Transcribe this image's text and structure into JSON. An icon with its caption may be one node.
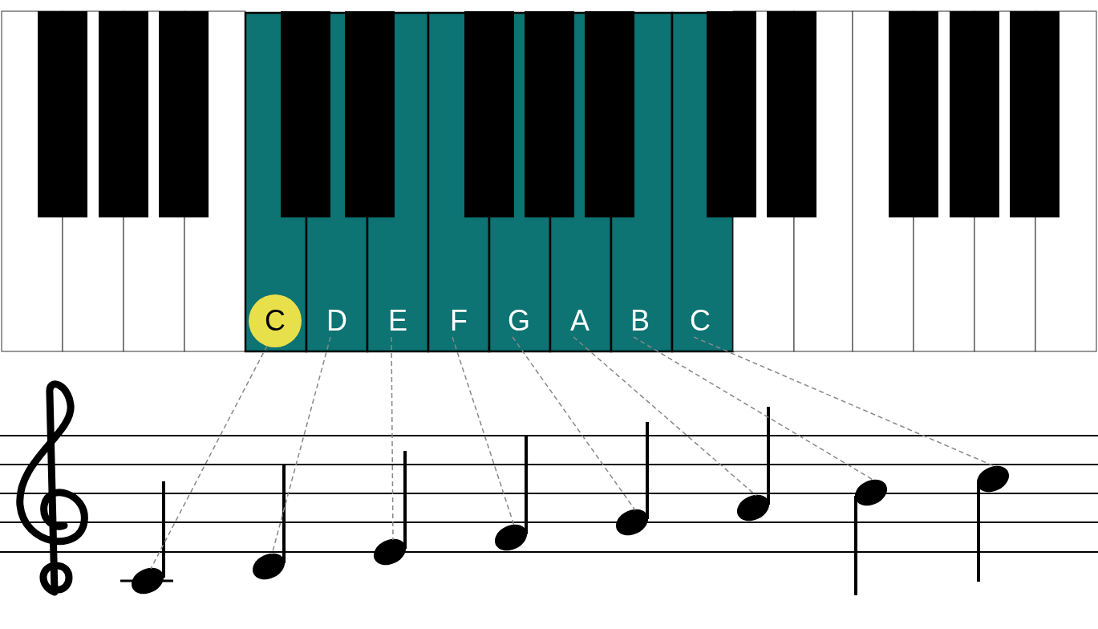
{
  "diagram": {
    "nodes": [
      {
        "text": [
          "C"
        ]
      },
      {
        "text": [
          "D"
        ]
      },
      {
        "text": [
          "E"
        ]
      },
      {
        "text": [
          "F"
        ]
      },
      {
        "text": [
          "G"
        ]
      },
      {
        "text": [
          "A"
        ]
      },
      {
        "text": [
          "B"
        ]
      },
      {
        "text": [
          "C"
        ]
      },
      {
        "text": [],
        "shape": "note"
      },
      {
        "text": [],
        "shape": "note"
      },
      {
        "text": [],
        "shape": "note"
      },
      {
        "text": [],
        "shape": "note"
      },
      {
        "text": [],
        "shape": "note"
      },
      {
        "text": [],
        "shape": "note"
      },
      {
        "text": [],
        "shape": "note"
      },
      {
        "text": [],
        "shape": "note"
      }
    ],
    "edges": [
      {
        "from": 0,
        "to": 8,
        "arrow": "none",
        "style": "dashed"
      },
      {
        "from": 1,
        "to": 9,
        "arrow": "none",
        "style": "dashed"
      },
      {
        "from": 2,
        "to": 10,
        "arrow": "none",
        "style": "dashed"
      },
      {
        "from": 3,
        "to": 11,
        "arrow": "none",
        "style": "dashed"
      },
      {
        "from": 4,
        "to": 12,
        "arrow": "none",
        "style": "dashed"
      },
      {
        "from": 5,
        "to": 13,
        "arrow": "none",
        "style": "dashed"
      },
      {
        "from": 6,
        "to": 14,
        "arrow": "none",
        "style": "dashed"
      },
      {
        "from": 7,
        "to": 15,
        "arrow": "none",
        "style": "dashed"
      }
    ]
  }
}
